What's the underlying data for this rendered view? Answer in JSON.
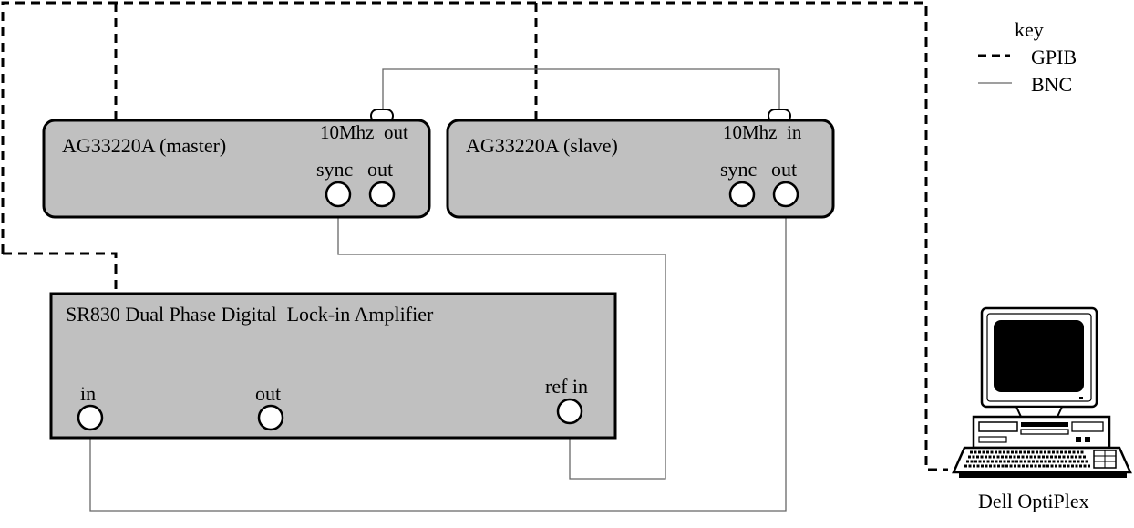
{
  "key": {
    "title": "key",
    "gpib_label": "GPIB",
    "bnc_label": "BNC"
  },
  "master": {
    "name": "AG33220A (master)",
    "clock_label": "10Mhz  out",
    "sync_label": "sync",
    "out_label": "out"
  },
  "slave": {
    "name": "AG33220A (slave)",
    "clock_label": "10Mhz  in",
    "sync_label": "sync",
    "out_label": "out"
  },
  "lockin": {
    "name": "SR830 Dual Phase Digital  Lock-in Amplifier",
    "in_label": "in",
    "out_label": "out",
    "ref_in_label": "ref in"
  },
  "computer": {
    "label": "Dell OptiPlex"
  },
  "colors": {
    "instrument_fill": "#c0c0c0",
    "outline": "#000000",
    "bnc_line": "#666666"
  }
}
